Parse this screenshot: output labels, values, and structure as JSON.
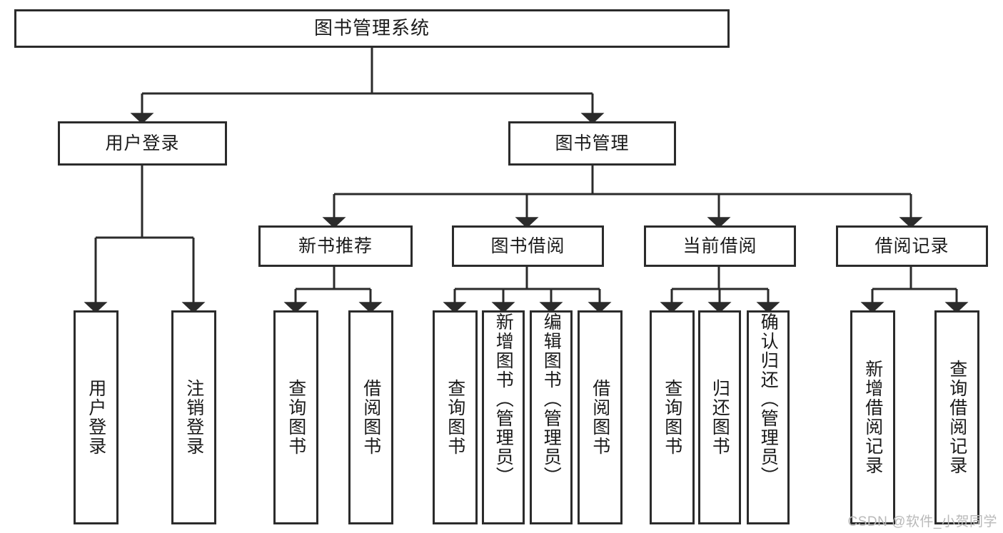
{
  "diagram": {
    "title": "图书管理系统",
    "type": "tree-hierarchy",
    "watermark": "CSDN @软件_小贺同学",
    "colors": {
      "border": "#2b2b2b",
      "fill": "#ffffff",
      "edge": "#2b2b2b",
      "text": "#1a1a1a",
      "watermark": "#b9b9b9"
    },
    "nodes": {
      "root": {
        "label": "图书管理系统"
      },
      "level2": [
        {
          "id": "user-login",
          "label": "用户登录"
        },
        {
          "id": "book-management",
          "label": "图书管理"
        }
      ],
      "level3": [
        {
          "id": "new-book-recommend",
          "label": "新书推荐"
        },
        {
          "id": "book-borrow",
          "label": "图书借阅"
        },
        {
          "id": "current-borrow",
          "label": "当前借阅"
        },
        {
          "id": "borrow-record",
          "label": "借阅记录"
        }
      ],
      "leaves": {
        "user_login": [
          {
            "id": "leaf-user-login",
            "label": "用户登录"
          },
          {
            "id": "leaf-user-logout",
            "label": "注销登录"
          }
        ],
        "new_book_recommend": [
          {
            "id": "leaf-query-book-1",
            "label": "查询图书"
          },
          {
            "id": "leaf-borrow-book-1",
            "label": "借阅图书"
          }
        ],
        "book_borrow": [
          {
            "id": "leaf-query-book-2",
            "label": "查询图书"
          },
          {
            "id": "leaf-add-book",
            "label": "新增图书（管理员）"
          },
          {
            "id": "leaf-edit-book",
            "label": "编辑图书（管理员）"
          },
          {
            "id": "leaf-borrow-book-2",
            "label": "借阅图书"
          }
        ],
        "current_borrow": [
          {
            "id": "leaf-query-book-3",
            "label": "查询图书"
          },
          {
            "id": "leaf-return-book",
            "label": "归还图书"
          },
          {
            "id": "leaf-confirm-return",
            "label": "确认归还（管理员）"
          }
        ],
        "borrow_record": [
          {
            "id": "leaf-add-record",
            "label": "新增借阅记录"
          },
          {
            "id": "leaf-query-record",
            "label": "查询借阅记录"
          }
        ]
      }
    },
    "edges": [
      {
        "from": "root",
        "to": "user-login"
      },
      {
        "from": "root",
        "to": "book-management"
      },
      {
        "from": "user-login",
        "to": "leaf-user-login"
      },
      {
        "from": "user-login",
        "to": "leaf-user-logout"
      },
      {
        "from": "book-management",
        "to": "new-book-recommend"
      },
      {
        "from": "book-management",
        "to": "book-borrow"
      },
      {
        "from": "book-management",
        "to": "current-borrow"
      },
      {
        "from": "book-management",
        "to": "borrow-record"
      },
      {
        "from": "new-book-recommend",
        "to": "leaf-query-book-1"
      },
      {
        "from": "new-book-recommend",
        "to": "leaf-borrow-book-1"
      },
      {
        "from": "book-borrow",
        "to": "leaf-query-book-2"
      },
      {
        "from": "book-borrow",
        "to": "leaf-add-book"
      },
      {
        "from": "book-borrow",
        "to": "leaf-edit-book"
      },
      {
        "from": "book-borrow",
        "to": "leaf-borrow-book-2"
      },
      {
        "from": "current-borrow",
        "to": "leaf-query-book-3"
      },
      {
        "from": "current-borrow",
        "to": "leaf-return-book"
      },
      {
        "from": "current-borrow",
        "to": "leaf-confirm-return"
      },
      {
        "from": "borrow-record",
        "to": "leaf-add-record"
      },
      {
        "from": "borrow-record",
        "to": "leaf-query-record"
      }
    ]
  }
}
